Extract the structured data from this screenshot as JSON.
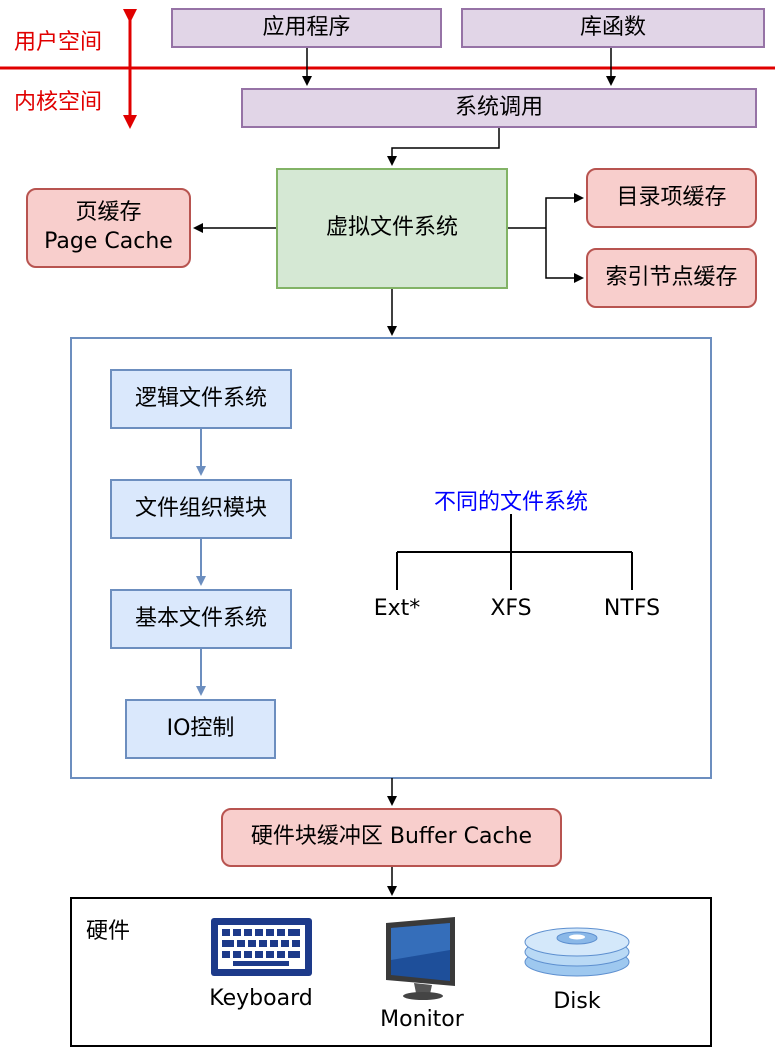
{
  "space_labels": {
    "user": "用户空间",
    "kernel": "内核空间"
  },
  "user_boxes": {
    "app": "应用程序",
    "lib": "库函数"
  },
  "syscall": "系统调用",
  "vfs": "虚拟文件系统",
  "page_cache": {
    "line1": "页缓存",
    "line2": "Page Cache"
  },
  "dentry_cache": "目录项缓存",
  "inode_cache": "索引节点缓存",
  "fs_layers": [
    "逻辑文件系统",
    "文件组织模块",
    "基本文件系统",
    "IO控制"
  ],
  "different_fs": {
    "title": "不同的文件系统",
    "items": [
      "Ext*",
      "XFS",
      "NTFS"
    ]
  },
  "buffer_cache": "硬件块缓冲区 Buffer Cache",
  "hardware": {
    "label": "硬件",
    "devices": [
      "Keyboard",
      "Monitor",
      "Disk"
    ]
  },
  "colors": {
    "divider": "#e00000",
    "accent_text": "#0000ff"
  }
}
